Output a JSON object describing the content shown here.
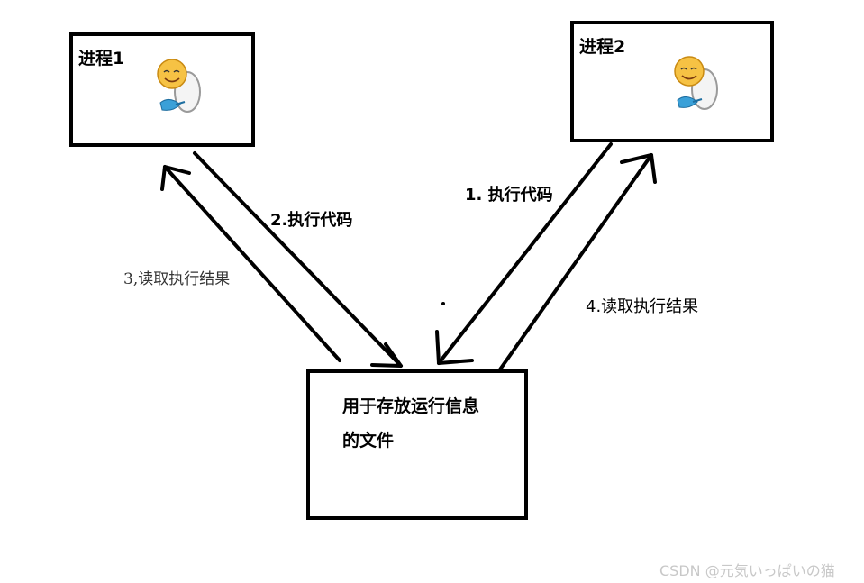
{
  "process1": {
    "title": "进程1",
    "icon": "smiley-mascot-icon"
  },
  "process2": {
    "title": "进程2",
    "icon": "smiley-mascot-icon"
  },
  "file_box": {
    "title": "用于存放运行信息的文件"
  },
  "arrows": {
    "p1_to_file": "2.执行代码",
    "file_to_p1": "3,读取执行结果",
    "p2_to_file": "1. 执行代码",
    "file_to_p2": "4.读取执行结果"
  },
  "watermark": "CSDN @元気いっぱいの猫"
}
